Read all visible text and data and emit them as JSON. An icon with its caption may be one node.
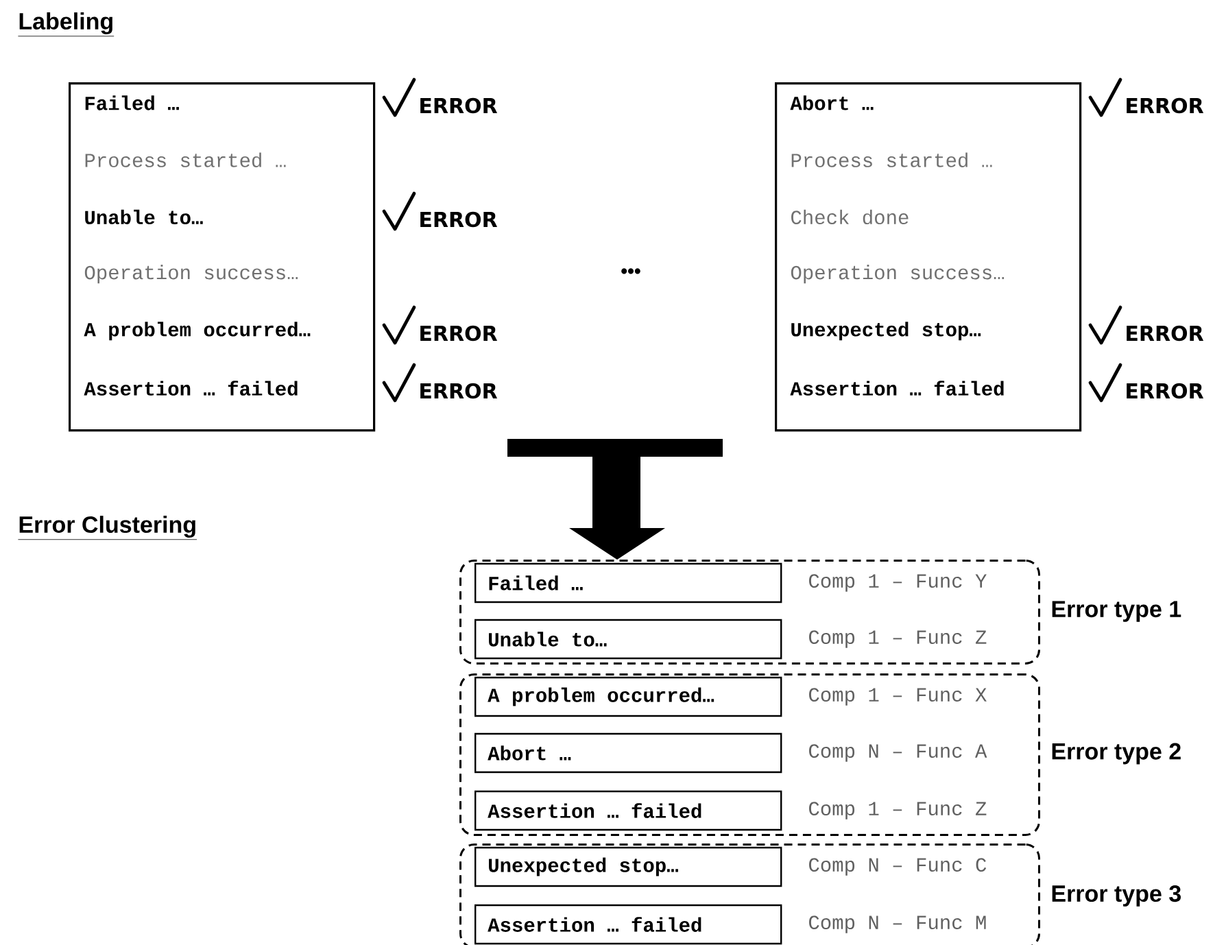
{
  "diagram": {
    "nodes": [
      {
        "text": [],
        "shape": "box"
      },
      {
        "text": [
          "Failed …"
        ],
        "in": 0
      },
      {
        "text": [
          "Process started …"
        ],
        "in": 0
      },
      {
        "text": [
          "Unable to…"
        ],
        "in": 0
      },
      {
        "text": [
          "Operation success…"
        ],
        "in": 0
      },
      {
        "text": [
          "A problem occurred…"
        ],
        "in": 0
      },
      {
        "text": [
          "Assertion … failed"
        ],
        "in": 0
      },
      {
        "text": [],
        "shape": "box"
      },
      {
        "text": [
          "Abort …"
        ],
        "in": 7
      },
      {
        "text": [
          "Process started …"
        ],
        "in": 7
      },
      {
        "text": [
          "Check done"
        ],
        "in": 7
      },
      {
        "text": [
          "Operation success…"
        ],
        "in": 7
      },
      {
        "text": [
          "Unexpected stop…"
        ],
        "in": 7
      },
      {
        "text": [
          "Assertion … failed"
        ],
        "in": 7
      },
      {
        "text": [
          "Error type 1"
        ]
      },
      {
        "text": [
          "Failed …"
        ],
        "in": 14,
        "beside": [
          "Comp 1 – Func Y"
        ]
      },
      {
        "text": [
          "Unable to…"
        ],
        "in": 14,
        "beside": [
          "Comp 1 – Func Z"
        ]
      },
      {
        "text": [
          "Error type 2"
        ]
      },
      {
        "text": [
          "A problem occurred…"
        ],
        "in": 17,
        "beside": [
          "Comp 1 – Func X"
        ]
      },
      {
        "text": [
          "Abort …"
        ],
        "in": 17,
        "beside": [
          "Comp N – Func A"
        ]
      },
      {
        "text": [
          "Assertion … failed"
        ],
        "in": 17,
        "beside": [
          "Comp 1 – Func Z"
        ]
      },
      {
        "text": [
          "Error type 3"
        ]
      },
      {
        "text": [
          "Unexpected stop…"
        ],
        "in": 21,
        "beside": [
          "Comp N – Func C"
        ]
      },
      {
        "text": [
          "Assertion … failed"
        ],
        "in": 21,
        "beside": [
          "Comp N – Func M"
        ]
      }
    ],
    "edges": [
      {
        "from": null,
        "to": 14,
        "arrow": "to",
        "style": "thick"
      }
    ],
    "labels": [
      "Labeling",
      "ERROR",
      "ERROR",
      "ERROR",
      "•••",
      "ERROR",
      "ERROR",
      "ERROR",
      "ERROR",
      "Error Clustering"
    ]
  }
}
